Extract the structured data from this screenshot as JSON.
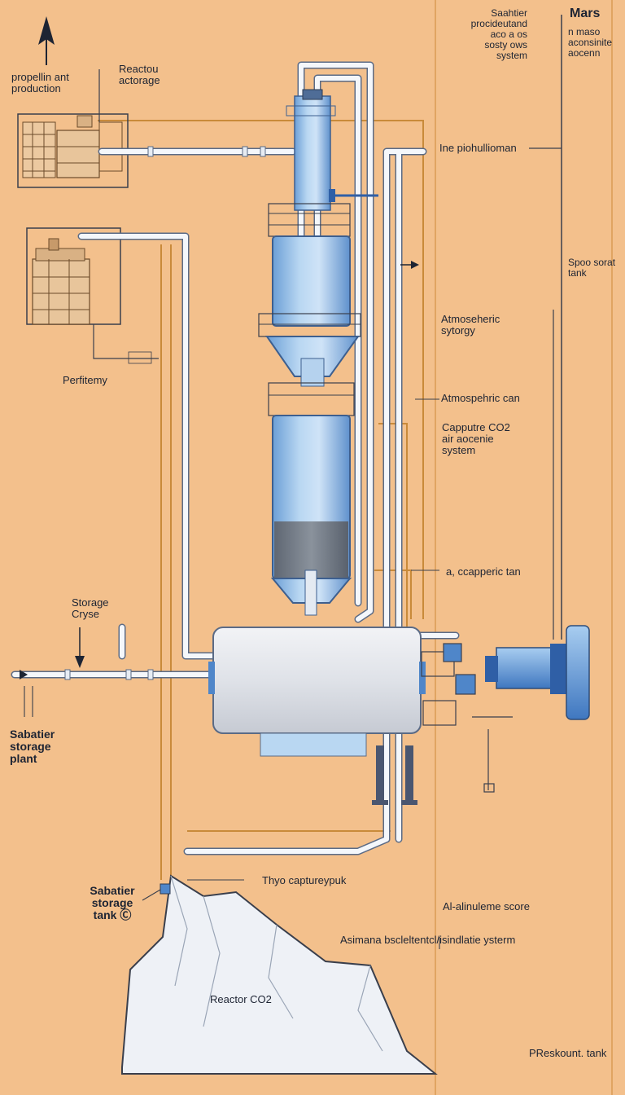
{
  "labels": {
    "propellant_production": "propellin ant\nproduction",
    "reactor_storage": "Reactou\nactorage",
    "sabatier_top": "Saahtier\nprocideutand\naco a os\nsosty ows\nsystem",
    "mars": "Mars",
    "mars_sub": "n maso\naconsinite\naocenn",
    "line_pipe": "Ine piohullioman",
    "spoo_tank": "Spoo sorat\ntank",
    "atmospheric_storage": "Atmoseheric\nsytorgy",
    "atmospheric_can": "Atmospehric can",
    "capture_co2": "Capputre CO2\nair aocenie\nsystem",
    "perfitemy": "Perfitemy",
    "capture_tan": "a, ccapperic tan",
    "storage_cryse": "Storage\nCryse",
    "sabatier_plant": "Sabatier\nstorage\nplant",
    "sabatier_tank": "Sabatier\nstorage\ntank Ⓒ",
    "thyo_capture": "Thyo captureypuk",
    "al_score": "Al-alinuleme score",
    "asimana_system": "Asimana bscleltentcl/isindlatie ysterm",
    "reactor_co2": "Reactor CO2",
    "preskount_tank": "PReskount. tank"
  },
  "colors": {
    "background": "#f3c08c",
    "pipe_white": "#f4f7fb",
    "pipe_outline": "#5b6b86",
    "tank_blue": "#9cc4ea",
    "tank_blue_dark": "#4f86c9",
    "orange_line": "#c98a3a",
    "dark_line": "#3a3f4c",
    "mountain": "#eef1f6"
  },
  "icons": [
    "up-arrow-icon",
    "down-arrow-icon",
    "right-arrow-icon"
  ]
}
